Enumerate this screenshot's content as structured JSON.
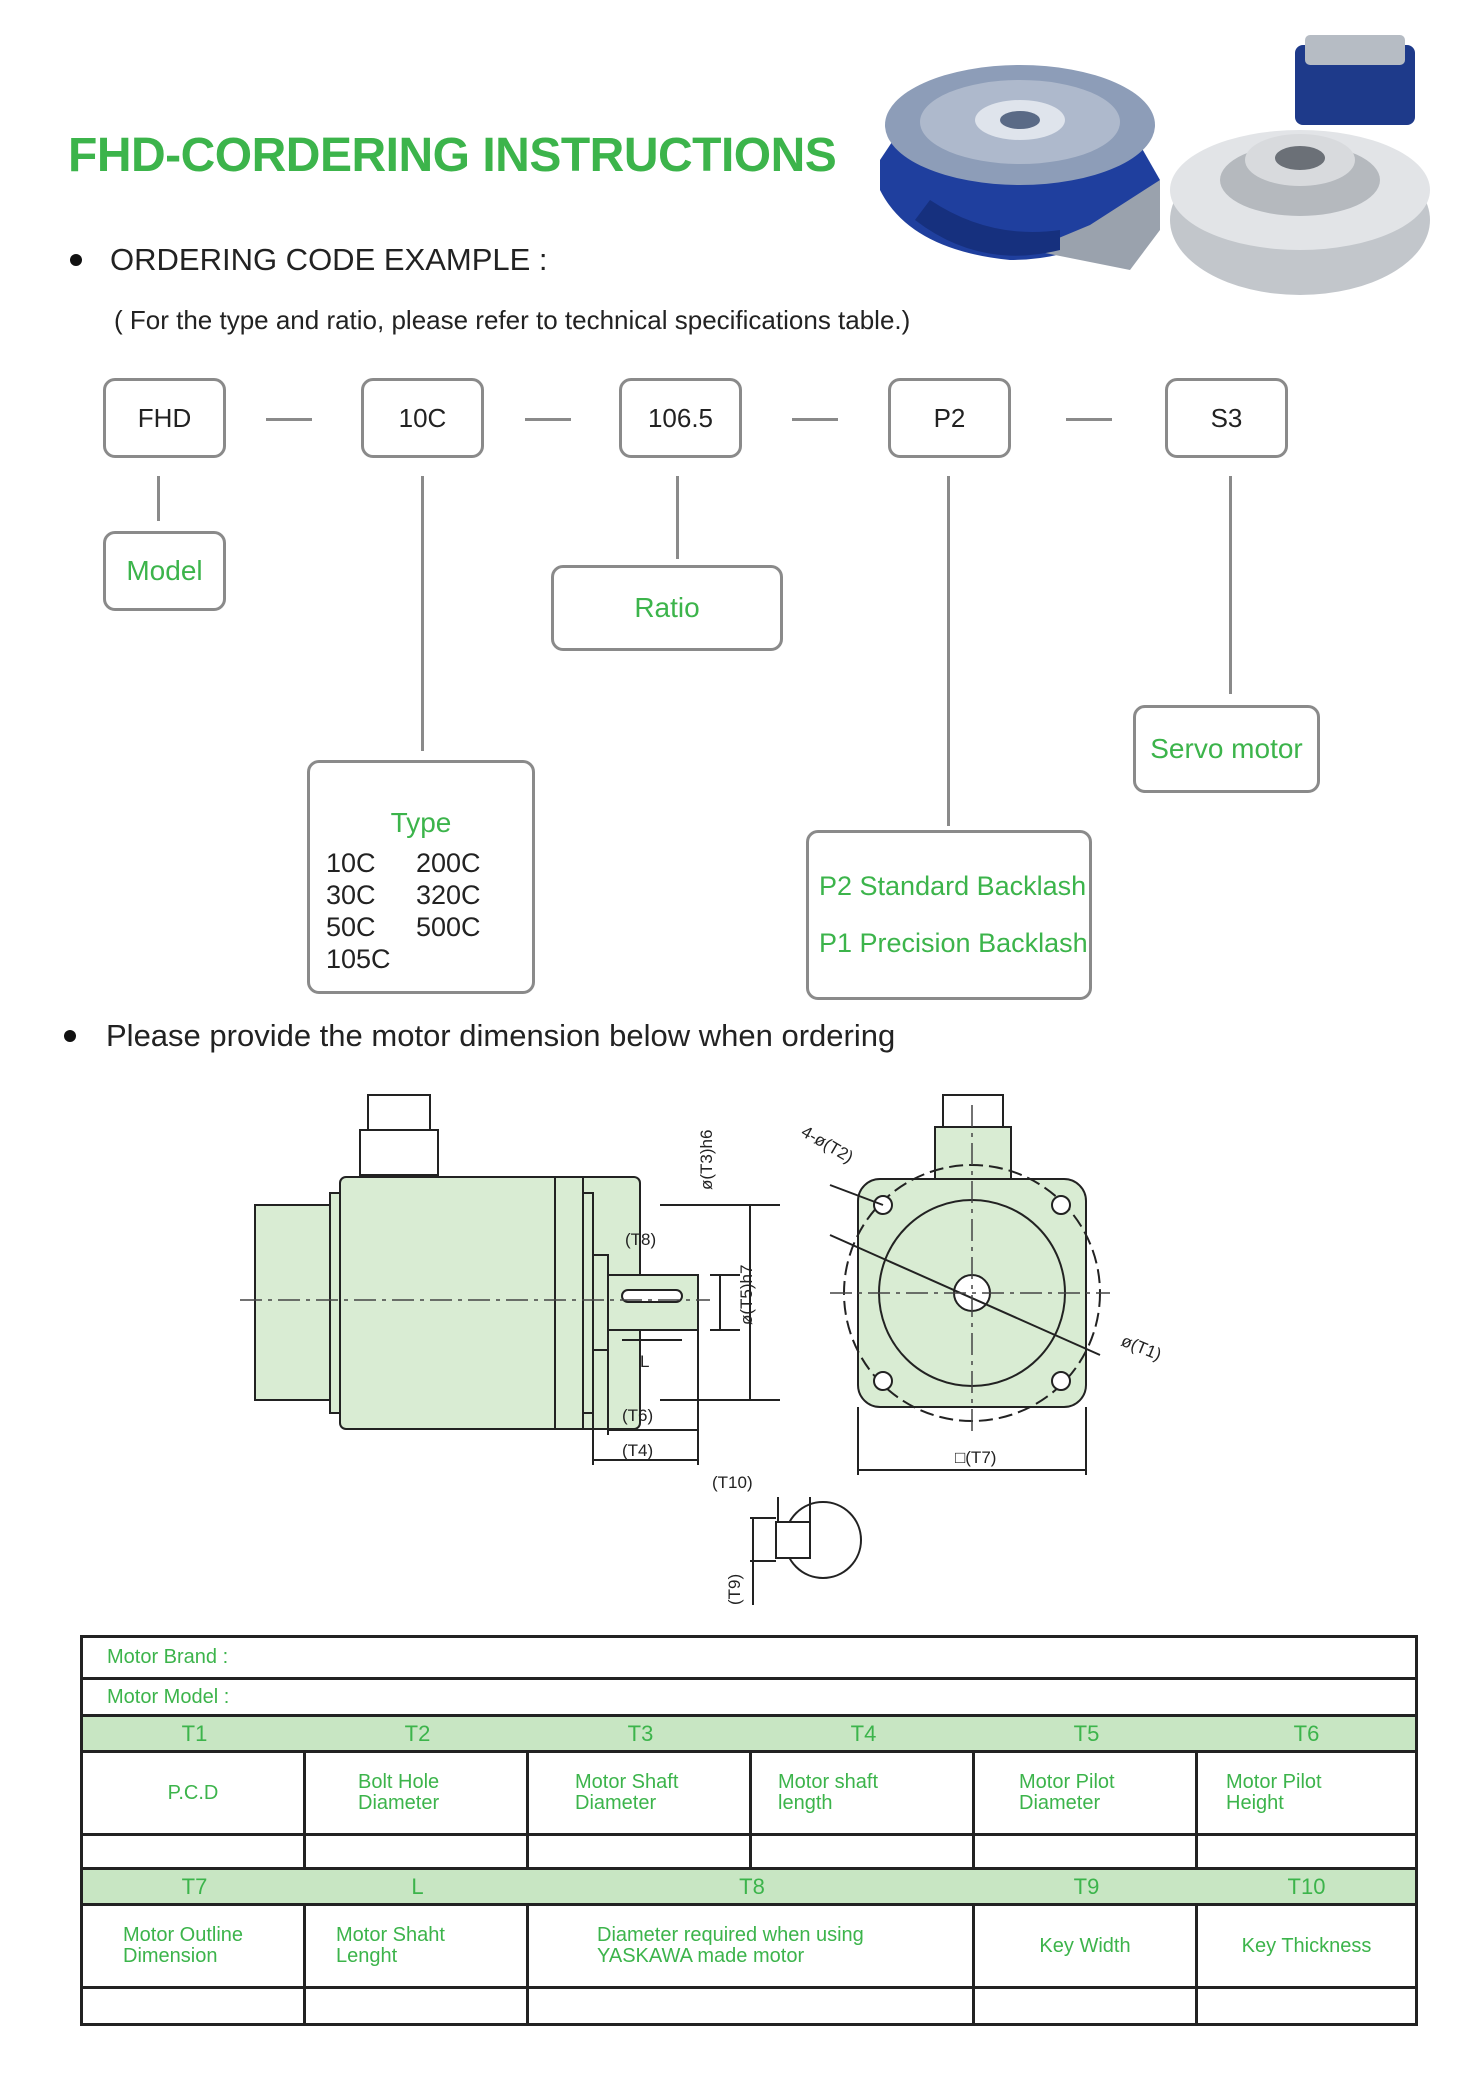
{
  "title": "FHD-CORDERING INSTRUCTIONS",
  "section1": {
    "heading": "ORDERING CODE EXAMPLE :",
    "note": "( For the type and ratio, please refer to technical specifications table.)"
  },
  "code": [
    "FHD",
    "10C",
    "106.5",
    "P2",
    "S3"
  ],
  "labels": {
    "model": "Model",
    "ratio": "Ratio",
    "servo": "Servo motor",
    "type_title": "Type",
    "types": [
      "10C",
      "200C",
      "30C",
      "320C",
      "50C",
      "500C",
      "105C",
      ""
    ],
    "backlash": [
      "P2 Standard Backlash",
      "P1 Precision Backlash"
    ]
  },
  "section2": {
    "heading": "Please provide the motor dimension below when ordering"
  },
  "drawing": {
    "t1": "ø(T1)",
    "t2": "4-ø(T2)",
    "t3": "ø(T3)h6",
    "t4": "(T4)",
    "t5": "ø(T5)h7",
    "t6": "(T6)",
    "t7": "□(T7)",
    "t8": "(T8)",
    "t9": "(T9)",
    "t10": "(T10)",
    "l": "L"
  },
  "table": {
    "brand_label": "Motor Brand :",
    "model_label": "Motor Model :",
    "head1": [
      "T1",
      "T2",
      "T3",
      "T4",
      "T5",
      "T6"
    ],
    "desc1": [
      "P.C.D",
      "Bolt Hole\nDiameter",
      "Motor Shaft\nDiameter",
      "Motor shaft\nlength",
      "Motor Pilot\nDiameter",
      "Motor Pilot\nHeight"
    ],
    "head2": [
      "T7",
      "L",
      "T8",
      "T9",
      "T10"
    ],
    "desc2": [
      "Motor Outline\nDimension",
      "Motor Shaht\nLenght",
      "Diameter required when using\nYASKAWA made motor",
      "Key Width",
      "Key Thickness"
    ]
  },
  "colors": {
    "accent": "#3cb44b",
    "motor_fill": "#d9ecd3",
    "table_head": "#c8e6c3"
  }
}
